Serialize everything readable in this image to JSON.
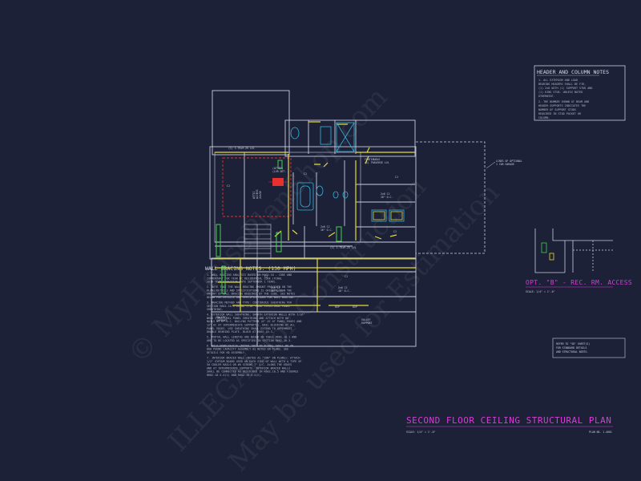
{
  "header_notes": {
    "title": "HEADER AND COLUMN NOTES",
    "items": [
      "1. ALL EXTERIOR AND LOAD",
      "BEARING HEADERS SHALL BE FIR,",
      "(1) 2x6 WITH (1) SUPPORT STUD AND",
      "(1) KING STUD. UNLESS NOTED",
      "OTHERWISE.",
      "2. THE NUMBER SHOWN AT BEAM AND",
      "HEADER SUPPORTS INDICATES THE",
      "NUMBER OF SUPPORT STUDS",
      "REQUIRED IN STUD POCKET OR",
      "COLUMN."
    ]
  },
  "wall_notes": {
    "title": "WALL BRACING NOTES: (130 MPH)",
    "lines": [
      "1. WALL BRACING ANALYSIS BASED ON R602.10 - CODE AND",
      "COMMENTARY FOR YEAR NC RESIDENTIAL CODE (FINAL",
      "2018-YEAR EFFECTIVE DATE SEPTEMBER 1 YEAR).",
      "",
      "2. NOTE THAT THE WALL BRACING AMOUNT PROVIDED ON THE",
      "PLANS/DETAILS AND SPECIFICATIONS IS GREATER THAN THE",
      "AMOUNT OF WALL BRACING REQUIRED BY THE CODE. SEE NOTES",
      "BELOW FOR DETAILS AND SPECIFICATIONS FOR WALL BRACING.",
      "",
      "3. BRACING METHOD AND TYPE: CONTINUOUS SHEATHING PER",
      "SECTION R602.10.3 USING 7/16\" WOOD STRUCTURAL PANEL",
      "SHEATHING.",
      "",
      "4. EXTERIOR WALL SHEATHING: SHEATH EXTERIOR WALLS WITH 7/16\"",
      "WOOD STRUCTURAL PANEL SHEATHING AND ATTACH WITH 8d",
      "NAILS AT 6\" O.C. NAILING PATTERN (6\" OC AT PANEL EDGES AND",
      "12\" OC AT INTERMEDIATE SUPPORTS). NAIL BLOCKING AT ALL",
      "PANEL EDGES. USE SHEATHING SHALL EXTEND TO UPPERMOST",
      "DOUBLE BEARING PLATE. BLOCK AT R602.10.3.",
      "",
      "5. PORTAL WALL LENGTHS ARE BASED ON TABLE R602.10.1 AND",
      "ARE TO BE LOCATED AS SPECIFIED IN SECTION R602.10.3.",
      "",
      "6. HOLD DOWN DEVICE (NOTED \"HD\" ON PLANS) SHALL BE AN",
      "800 POUND CAPACITY ASSEMBLY AS NOTED ON PLANS. SEE",
      "DETAILS FOR HD ASSEMBLY.",
      "",
      "7. INTERIOR BRACED WALL (NOTED AS \"IBW\" ON PLANS): ATTACH",
      "1/2\" GYPSUM BOARD USED ON EACH SIDE OF WALL WITH A TYPE OF",
      "5d COOLER NAILS OR #6 SCREWS 7\" O.C. ALONG THE EDGES",
      "AND AT INTERMEDIATE SUPPORTS. INTERIOR BRACED WALLS",
      "SHALL BE CONNECTED AS DESCRIBED IN R602.10.5 AND FIGURES",
      "R602.10.5.4(1) AND R602.10.5.4(2)."
    ]
  },
  "plan_labels": {
    "optional_garage": [
      "LINES OF OPTIONAL",
      "1 CAR GARAGE"
    ],
    "valley_left": [
      "VALLEY",
      "SUPPORT"
    ],
    "valley_right": [
      "VALLEY",
      "SUPPORT"
    ],
    "continuous": [
      "CONTINUOUS",
      "(1) TRAVERSE LVL"
    ],
    "top_beam": "(1) 1.75x9.25 LVL",
    "mid_beam": "(1) 1.75x9.25 LVL",
    "attic_access": [
      "ATTIC",
      "ACCESS",
      "22x30"
    ],
    "access_stud": [
      "(ATTIC)",
      "(LVR DET. )"
    ],
    "cj_labels": [
      "CJ",
      "CJ",
      "CJ",
      "CJ",
      "CJ",
      "CJ"
    ],
    "span_labels": [
      "2x6 CJ",
      "16\" O.C.",
      "2x6 CJ",
      "16\" O.C.",
      "2x6 CJ",
      "16\" O.C.",
      "2x6 CJ",
      "16\" O.C."
    ],
    "dsp": [
      "DSP",
      "DSP"
    ]
  },
  "opt_b": {
    "title": "OPT. \"B\" - REC. RM. ACCESS",
    "scale": "SCALE: 1/4\" = 1'-0\""
  },
  "refer_note": [
    "REFER TO \"SD\" SHEET(S)",
    "FOR STANDARD DETAILS",
    "AND STRUCTURAL NOTES."
  ],
  "plan_title": {
    "main": "SECOND FLOOR CEILING STRUCTURAL PLAN",
    "scale": "SCALE: 1/4\" = 1'-0\"",
    "right": "PLAN NO. 1-4001"
  },
  "watermarks": [
    "© MyHousePlanShop.com",
    "ILLEGAL for Construction",
    "May be used for Estimation"
  ],
  "colors": {
    "background": "#1c2137",
    "wall": "#c9cde0",
    "accent_yellow": "#e3d93a",
    "accent_green": "#43d14a",
    "accent_red": "#e8302f",
    "accent_magenta": "#d63cd6",
    "accent_cyan": "#35b4dc"
  }
}
